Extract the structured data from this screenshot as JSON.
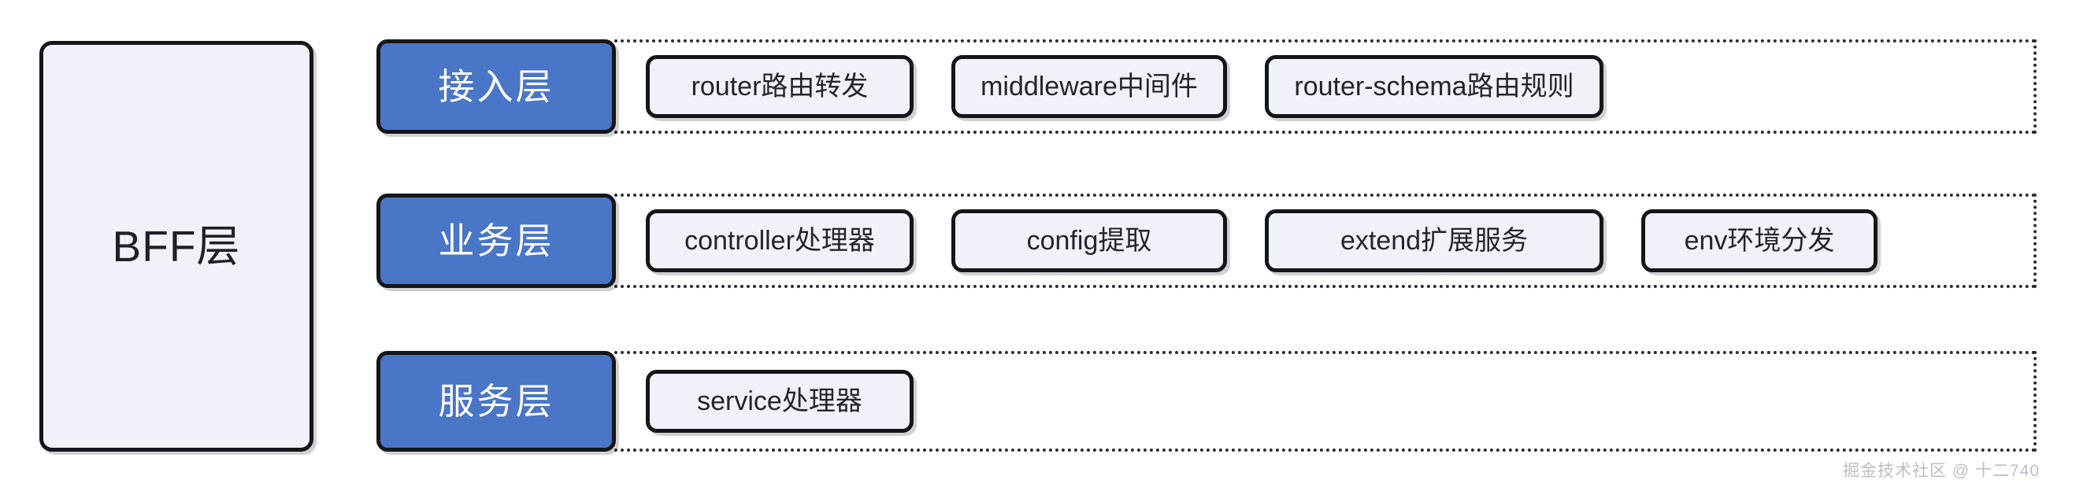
{
  "diagram": {
    "root": {
      "label": "BFF层"
    },
    "accent_color": "#4a76c8",
    "box_fill": "#eff2f9",
    "border_color": "#14161a",
    "rows": [
      {
        "layer_label": "接入层",
        "items": [
          {
            "label": "router路由转发"
          },
          {
            "label": "middleware中间件"
          },
          {
            "label": "router-schema路由规则"
          }
        ]
      },
      {
        "layer_label": "业务层",
        "items": [
          {
            "label": "controller处理器"
          },
          {
            "label": "config提取"
          },
          {
            "label": "extend扩展服务"
          },
          {
            "label": "env环境分发"
          }
        ]
      },
      {
        "layer_label": "服务层",
        "items": [
          {
            "label": "service处理器"
          }
        ]
      }
    ]
  },
  "watermark": {
    "text": "掘金技术社区 @ 十二740"
  }
}
